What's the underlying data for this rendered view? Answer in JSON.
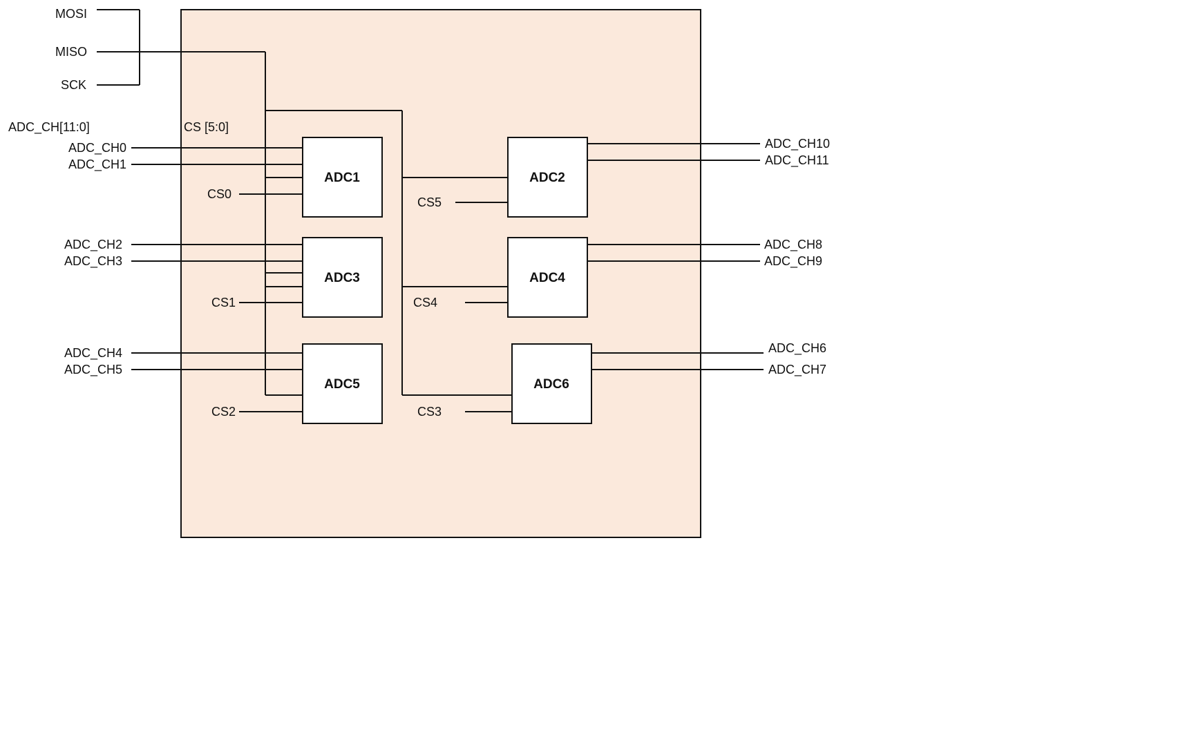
{
  "diagram": {
    "colors": {
      "container_fill": "#fbe9dc",
      "line": "#111111",
      "block_fill": "#ffffff"
    },
    "spi": {
      "mosi": "MOSI",
      "miso": "MISO",
      "sck": "SCK"
    },
    "bus_labels": {
      "adc_ch_bus": "ADC_CH[11:0]",
      "cs_bus": "CS [5:0]"
    },
    "blocks": {
      "adc1": "ADC1",
      "adc2": "ADC2",
      "adc3": "ADC3",
      "adc4": "ADC4",
      "adc5": "ADC5",
      "adc6": "ADC6"
    },
    "channels": {
      "ch0": "ADC_CH0",
      "ch1": "ADC_CH1",
      "ch2": "ADC_CH2",
      "ch3": "ADC_CH3",
      "ch4": "ADC_CH4",
      "ch5": "ADC_CH5",
      "ch6": "ADC_CH6",
      "ch7": "ADC_CH7",
      "ch8": "ADC_CH8",
      "ch9": "ADC_CH9",
      "ch10": "ADC_CH10",
      "ch11": "ADC_CH11"
    },
    "chip_selects": {
      "cs0": "CS0",
      "cs1": "CS1",
      "cs2": "CS2",
      "cs3": "CS3",
      "cs4": "CS4",
      "cs5": "CS5"
    }
  }
}
